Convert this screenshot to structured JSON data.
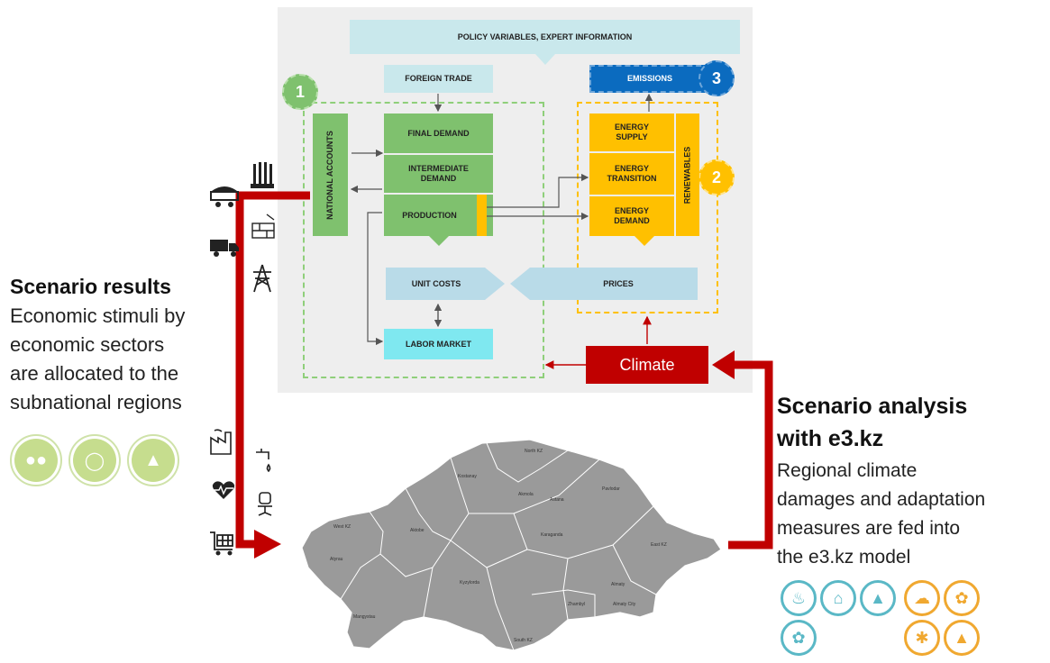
{
  "diagram": {
    "policy": "POLICY VARIABLES, EXPERT INFORMATION",
    "foreign_trade": "FOREIGN TRADE",
    "emissions": "EMISSIONS",
    "national_accounts": "NATIONAL ACCOUNTS",
    "final_demand": "FINAL DEMAND",
    "intermediate_demand": "INTERMEDIATE DEMAND",
    "production": "PRODUCTION",
    "energy_supply": "ENERGY SUPPLY",
    "energy_transition": "ENERGY TRANSITION",
    "energy_demand": "ENERGY DEMAND",
    "renewables": "RENEWABLES",
    "unit_costs": "UNIT COSTS",
    "prices": "PRICES",
    "labor_market": "LABOR MARKET",
    "climate": "Climate",
    "badge1": "1",
    "badge2": "2",
    "badge3": "3"
  },
  "left": {
    "title": "Scenario results",
    "body": [
      "Economic stimuli by",
      "economic sectors",
      "are allocated to the",
      "subnational regions"
    ]
  },
  "right": {
    "title": [
      "Scenario analysis",
      "with e3.kz"
    ],
    "body": [
      "Regional climate",
      "damages and adaptation",
      "measures are fed into",
      "the e3.kz model"
    ]
  },
  "map": {
    "regions": [
      "North KZ",
      "Kostanay",
      "Akmola",
      "Astana",
      "Pavlodar",
      "West KZ",
      "Aktobe",
      "Karaganda",
      "East KZ",
      "Atyrau",
      "Kyzylorda",
      "Mangystau",
      "Zhambyl",
      "Almaty",
      "Almaty City",
      "South KZ"
    ]
  },
  "icons": {
    "sector_icons": [
      "wheat-icon",
      "mine-cart-icon",
      "brick-wall-icon",
      "truck-icon",
      "power-tower-icon",
      "factory-icon",
      "water-tap-icon",
      "heart-rate-icon",
      "office-chair-icon",
      "shopping-cart-icon"
    ],
    "green_circles": [
      "people-icon",
      "coins-icon",
      "growth-chart-icon"
    ],
    "teal_circles": [
      "thermometer-icon",
      "flood-house-icon",
      "power-tower-icon",
      "crop-decline-icon"
    ],
    "orange_circles": [
      "rain-cloud-icon",
      "crop-growth-icon",
      "wind-turbine-icon",
      "power-tower-icon"
    ]
  },
  "colors": {
    "green": "#7fc16e",
    "yellow": "#ffc000",
    "blue": "#0b6bbf",
    "red": "#c00000",
    "light_blue": "#c9e8ec"
  }
}
